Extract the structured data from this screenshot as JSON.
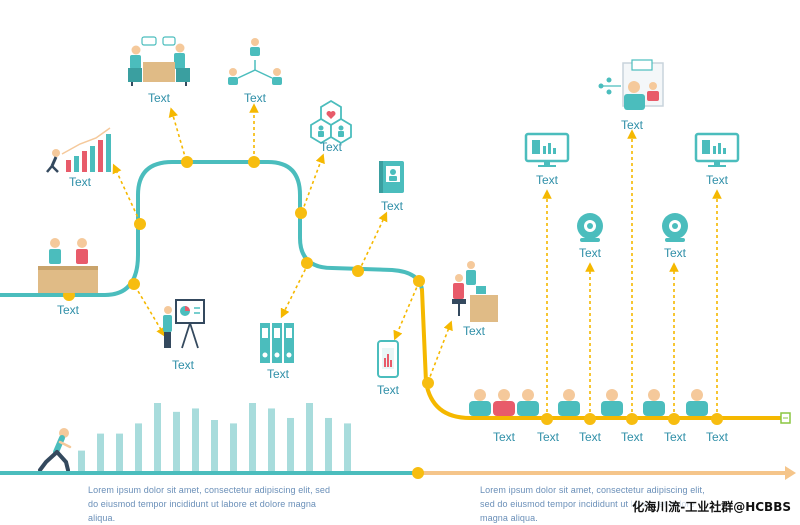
{
  "colors": {
    "teal": "#4bbdbd",
    "yellow": "#f5b800",
    "dot": "#f7bd10",
    "label": "#2f8fa8",
    "bar": "#a8dcdc",
    "skin": "#f5c99b",
    "desk": "#e0bb86",
    "red": "#e85b6a",
    "dark": "#34495e"
  },
  "labels": {
    "meeting_desk": "Text",
    "growth_chart": "Text",
    "team_meeting": "Text",
    "network": "Text",
    "hexagon_team": "Text",
    "contact_book": "Text",
    "presentation": "Text",
    "binders": "Text",
    "phone": "Text",
    "desk_worker": "Text",
    "video_call": "Text",
    "monitor_left": "Text",
    "monitor_right": "Text",
    "webcam_left": "Text",
    "webcam_right": "Text",
    "team_1": "Text",
    "team_2": "Text",
    "team_3": "Text",
    "team_4": "Text",
    "team_5": "Text",
    "team_6": "Text"
  },
  "bottom": {
    "paragraph_left": "Lorem ipsum dolor sit amet, consectetur adipiscing elit, sed do eiusmod tempor incididunt ut labore et dolore magna aliqua.",
    "paragraph_right": "Lorem ipsum dolor sit amet, consectetur adipiscing elit, sed do eiusmod tempor incididunt ut labore et dolore magna aliqua.",
    "bar_levels": [
      0.3,
      0.55,
      0.55,
      0.7,
      1.0,
      0.87,
      0.92,
      0.75,
      0.7,
      1.0,
      0.92,
      0.78,
      1.0,
      0.78,
      0.7
    ]
  },
  "watermark": "化海川流-工业社群@HCBBS"
}
